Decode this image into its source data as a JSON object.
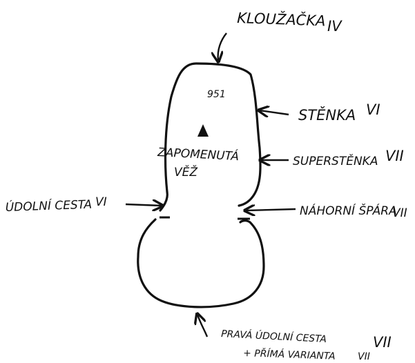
{
  "topo": {
    "summit": {
      "name_line1": "ZAPOMENUTÁ",
      "name_line2": "VĚŽ",
      "altitude": "951"
    },
    "routes": {
      "top": {
        "name": "KLOUŽAČKA",
        "grade": "IV"
      },
      "right_upper": {
        "name": "STĚNKA",
        "grade": "VI"
      },
      "right_middle": {
        "name": "SUPERSTĚNKA",
        "grade": "VII"
      },
      "right_lower": {
        "name": "NÁHORNÍ ŠPÁRA",
        "grade": "VII"
      },
      "left": {
        "name": "ÚDOLNÍ CESTA",
        "grade": "VI"
      },
      "bottom_line1": {
        "name": "PRAVÁ ÚDOLNÍ CESTA",
        "grade": "VII"
      },
      "bottom_line2": {
        "name": "+ PŘÍMÁ VARIANTA",
        "grade": "VII"
      }
    },
    "colors": {
      "ink": "#111111",
      "paper": "#ffffff"
    }
  }
}
